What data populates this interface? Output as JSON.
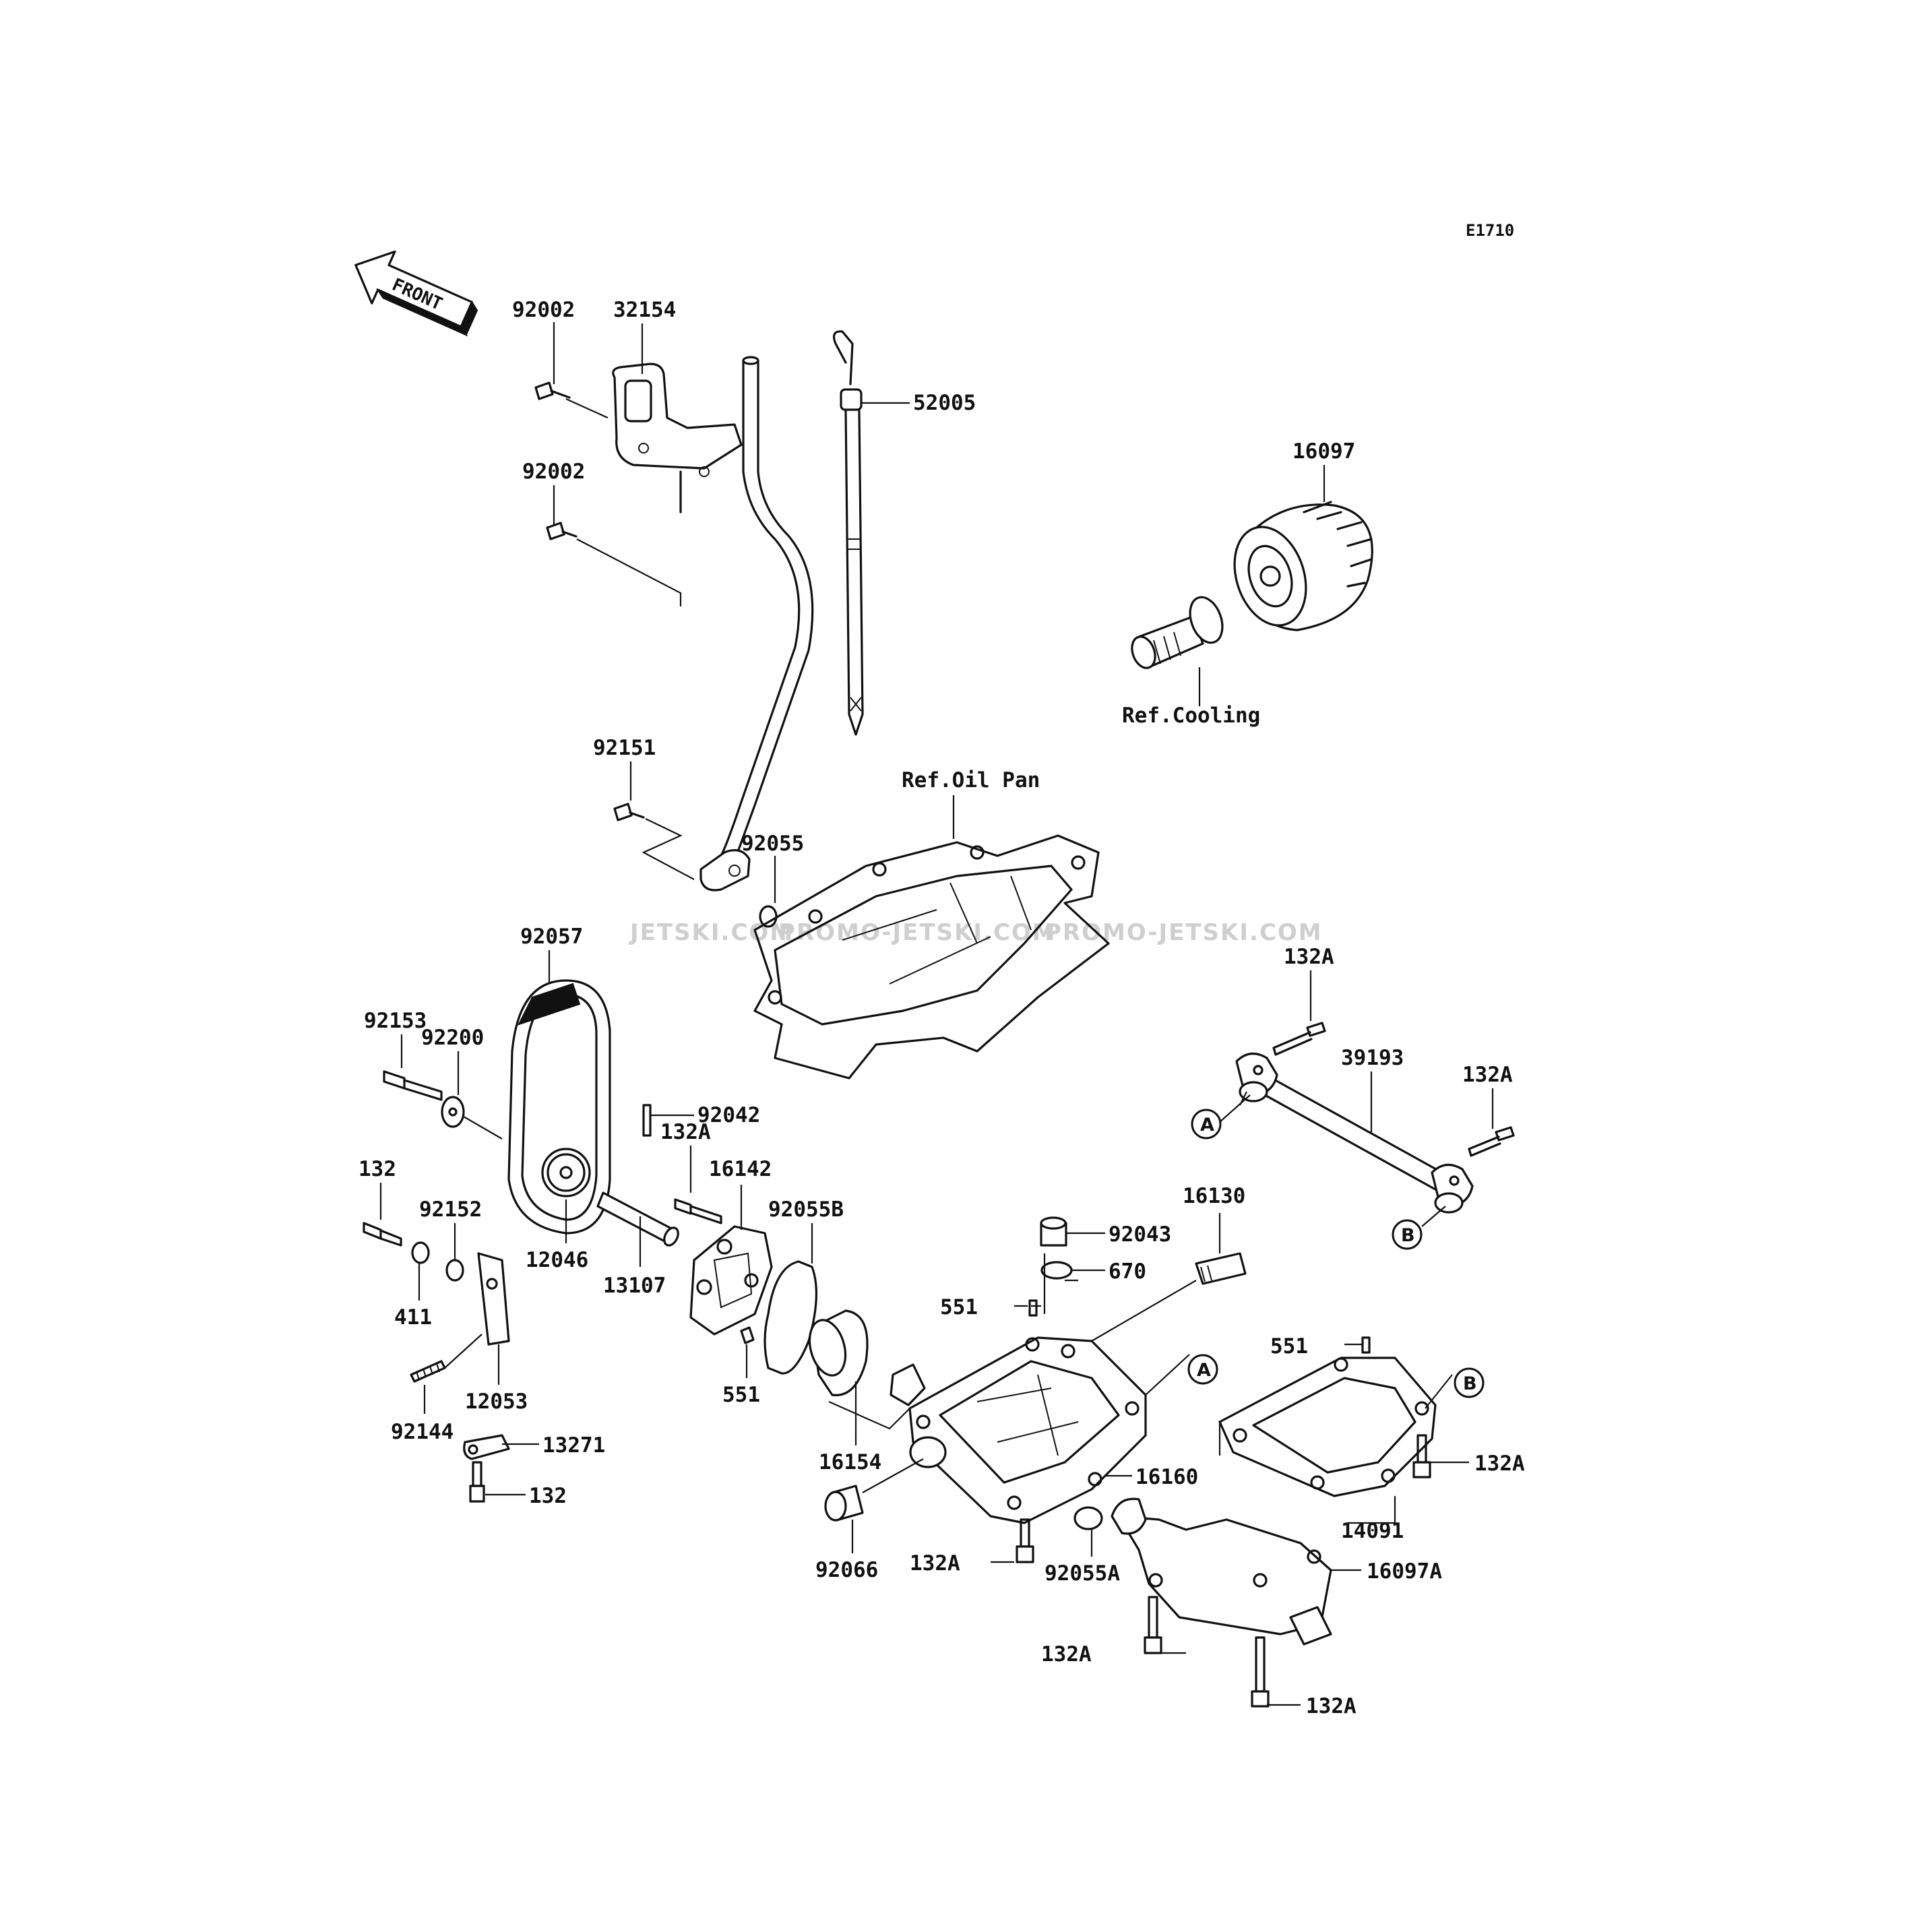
{
  "diagram_code": "E1710",
  "front_arrow": "FRONT",
  "watermarks": [
    "JETSKI.COM",
    "PROMO-JETSKI.COM",
    "PROMO-JETSKI.COM"
  ],
  "refs": {
    "cooling": "Ref.Cooling",
    "oil_pan": "Ref.Oil Pan"
  },
  "markers": {
    "a": "A",
    "b": "B"
  },
  "labels": {
    "p32154": "32154",
    "p92002_a": "92002",
    "p92002_b": "92002",
    "p52005": "52005",
    "p16097": "16097",
    "p92151": "92151",
    "p92055": "92055",
    "p92057": "92057",
    "p92153": "92153",
    "p92200": "92200",
    "p92042": "92042",
    "p132a_1": "132A",
    "p16142": "16142",
    "p132_1": "132",
    "p92152": "92152",
    "p12046": "12046",
    "p13107": "13107",
    "p92055b": "92055B",
    "p411": "411",
    "p12053": "12053",
    "p551_1": "551",
    "p92144": "92144",
    "p13271": "13271",
    "p132_2": "132",
    "p16154": "16154",
    "p92066": "92066",
    "p132a_2": "132A",
    "p92055a": "92055A",
    "p16160": "16160",
    "p92043": "92043",
    "p670": "670",
    "p16130": "16130",
    "p551_2": "551",
    "p551_3": "551",
    "p132a_3": "132A",
    "p39193": "39193",
    "p132a_4": "132A",
    "p132a_5": "132A",
    "p14091": "14091",
    "p16097a": "16097A",
    "p132a_6": "132A",
    "p132a_7": "132A"
  }
}
